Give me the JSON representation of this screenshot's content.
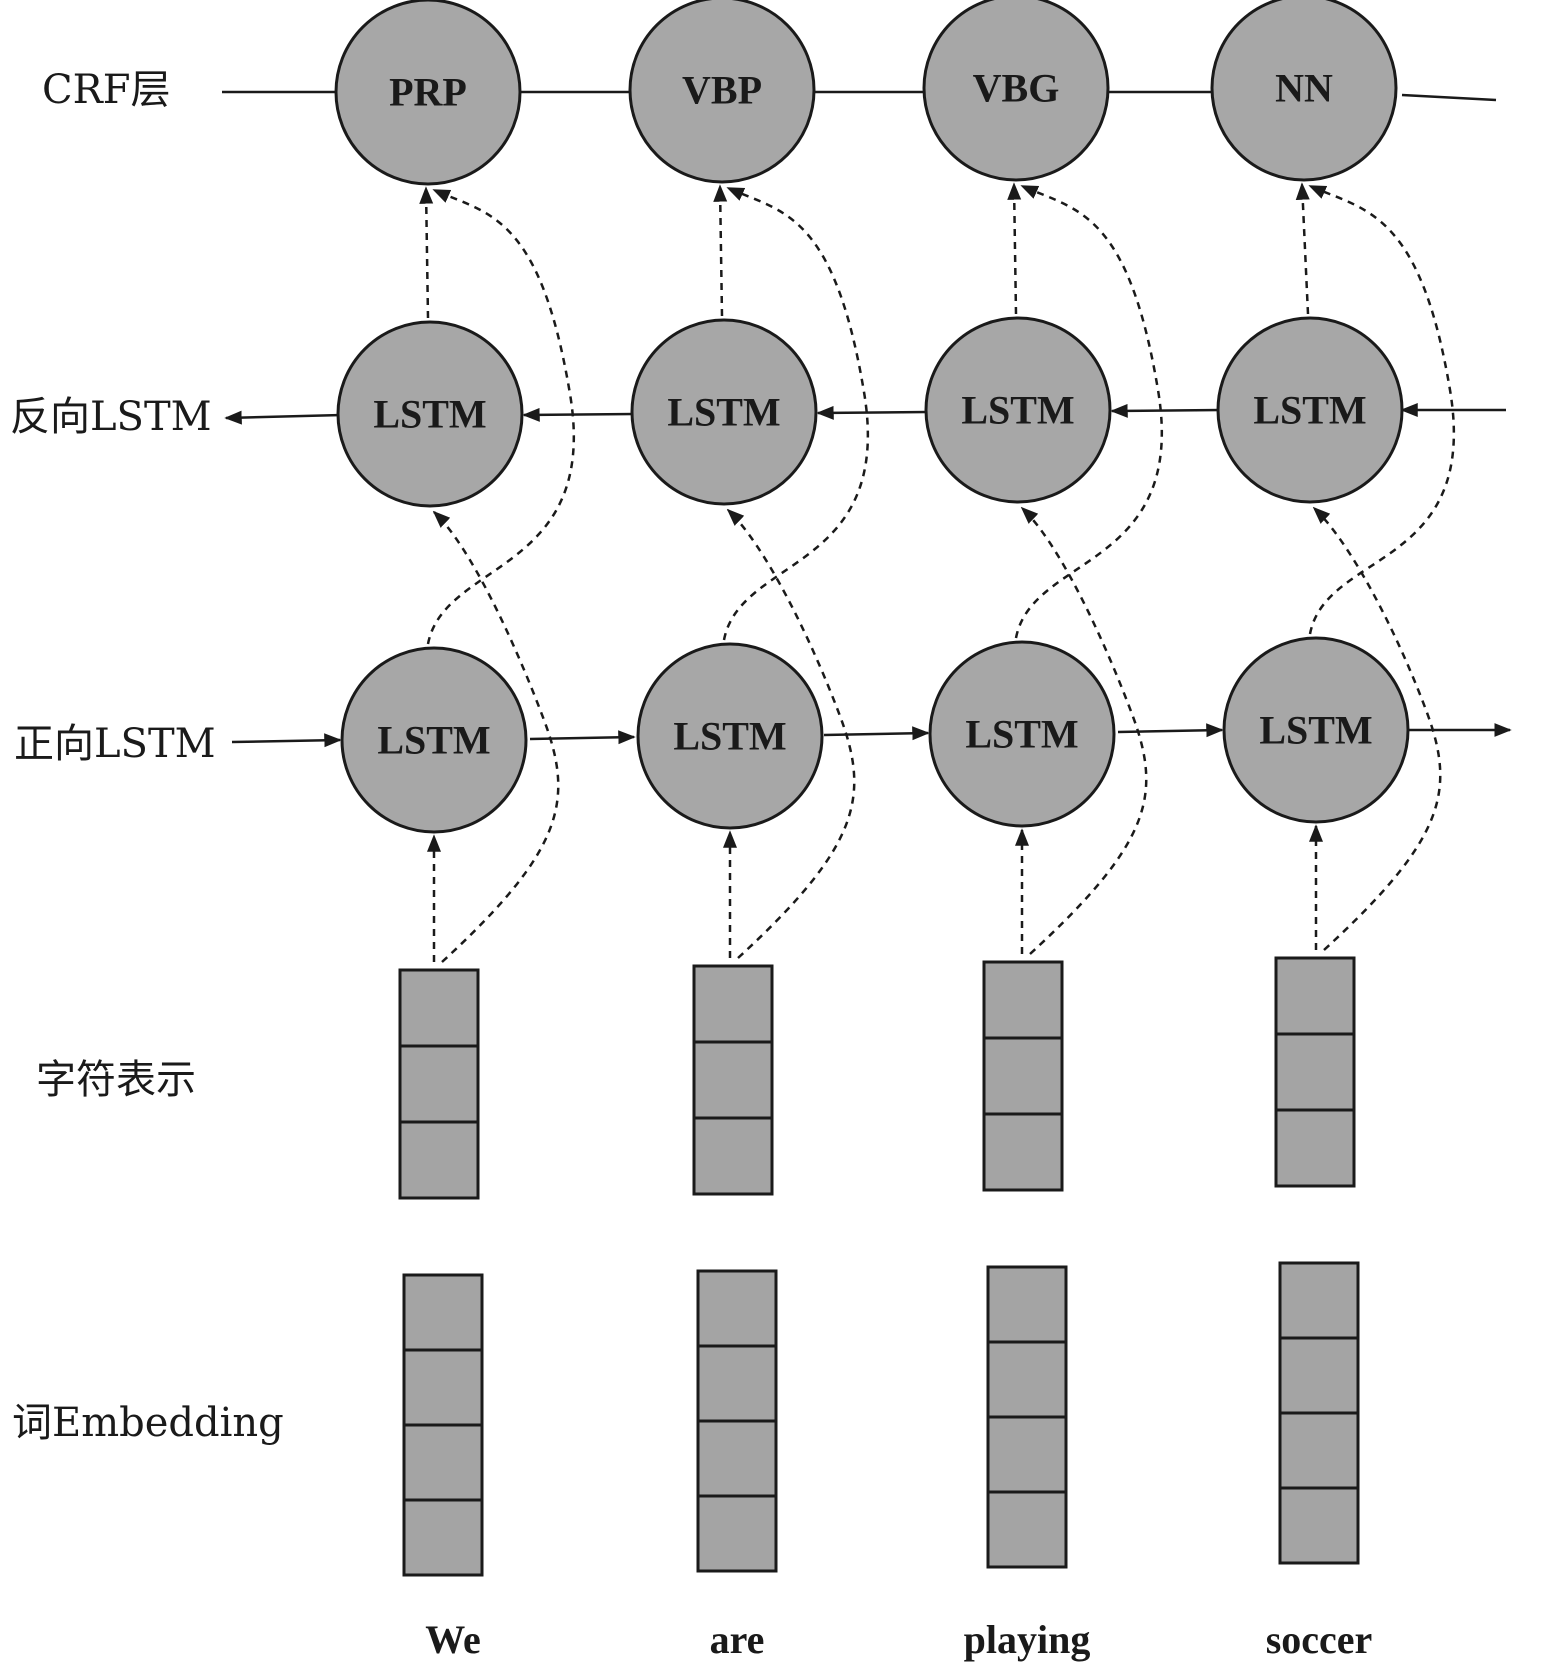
{
  "rows": [
    {
      "id": "crf",
      "label": "CRF层"
    },
    {
      "id": "backward",
      "label": "反向LSTM"
    },
    {
      "id": "forward",
      "label": "正向LSTM"
    },
    {
      "id": "char",
      "label": "字符表示"
    },
    {
      "id": "embedding",
      "label": "词Embedding"
    }
  ],
  "lstm_label": "LSTM",
  "columns": [
    {
      "word": "We",
      "tag": "PRP",
      "char_cells": 3,
      "emb_cells": 4
    },
    {
      "word": "are",
      "tag": "VBP",
      "char_cells": 3,
      "emb_cells": 4
    },
    {
      "word": "playing",
      "tag": "VBG",
      "char_cells": 3,
      "emb_cells": 4
    },
    {
      "word": "soccer",
      "tag": "NN",
      "char_cells": 3,
      "emb_cells": 4
    }
  ],
  "colors": {
    "node_fill": "#a7a7a7",
    "cell_fill": "#a4a4a4",
    "line": "#1a1a1a"
  }
}
